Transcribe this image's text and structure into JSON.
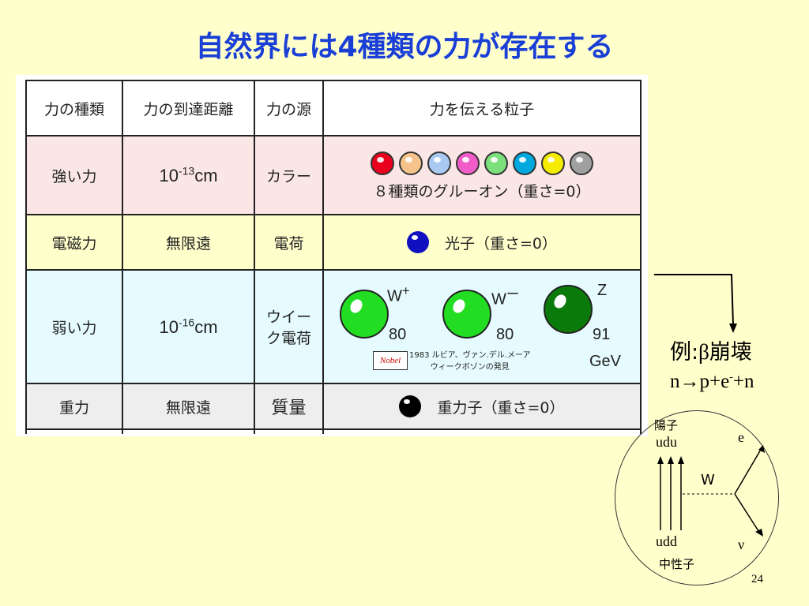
{
  "title": "自然界には4種類の力が存在する",
  "table": {
    "headers": [
      "力の種類",
      "力の到達距離",
      "力の源",
      "力を伝える粒子"
    ],
    "strong": {
      "name": "強い力",
      "range_base": "10",
      "range_exp": "-13",
      "range_unit": "cm",
      "source": "カラー",
      "gluon_colors": [
        "#E8001C",
        "#F6C48A",
        "#A9C9F2",
        "#F25CC8",
        "#7CE07C",
        "#00A8E0",
        "#F6EC00",
        "#A0A0A0"
      ],
      "particle": "８種類のグルーオン（重さ=0）"
    },
    "em": {
      "name": "電磁力",
      "range": "無限遠",
      "source": "電荷",
      "particle": "光子（重さ=0）",
      "ball_color": "#1010C0"
    },
    "weak": {
      "name": "弱い力",
      "range_base": "10",
      "range_exp": "-16",
      "range_unit": "cm",
      "source_line1": "ウイー",
      "source_line2": "ク電荷",
      "bosons": [
        {
          "label": "W",
          "sup": "+",
          "mass": "80",
          "color": "#22DD22"
        },
        {
          "label": "W",
          "sup": "ー",
          "mass": "80",
          "color": "#22DD22"
        },
        {
          "label": "Z",
          "sup": "",
          "mass": "91",
          "color": "#0A7A0A"
        }
      ],
      "unit": "GeV",
      "nobel": "Nobel",
      "nobel_line1": "1983 ルビア、ヴァン.デル.メーア",
      "nobel_line2": "ウィークボゾンの発見"
    },
    "gravity": {
      "name": "重力",
      "range": "無限遠",
      "source": "質量",
      "particle": "重力子（重さ=0）",
      "ball_color": "#000000"
    }
  },
  "side": {
    "example_prefix": "例:",
    "example_beta": "β",
    "example_suffix": "崩壊",
    "reaction_n": "n→p+e",
    "reaction_sup": "-",
    "reaction_tail": "+n",
    "proton_label": "陽子",
    "proton_quarks": "udu",
    "neutron_quarks": "udd",
    "neutron_label": "中性子",
    "w_label": "W",
    "e_label": "e",
    "nu_label": "ν"
  },
  "page_number": "24"
}
